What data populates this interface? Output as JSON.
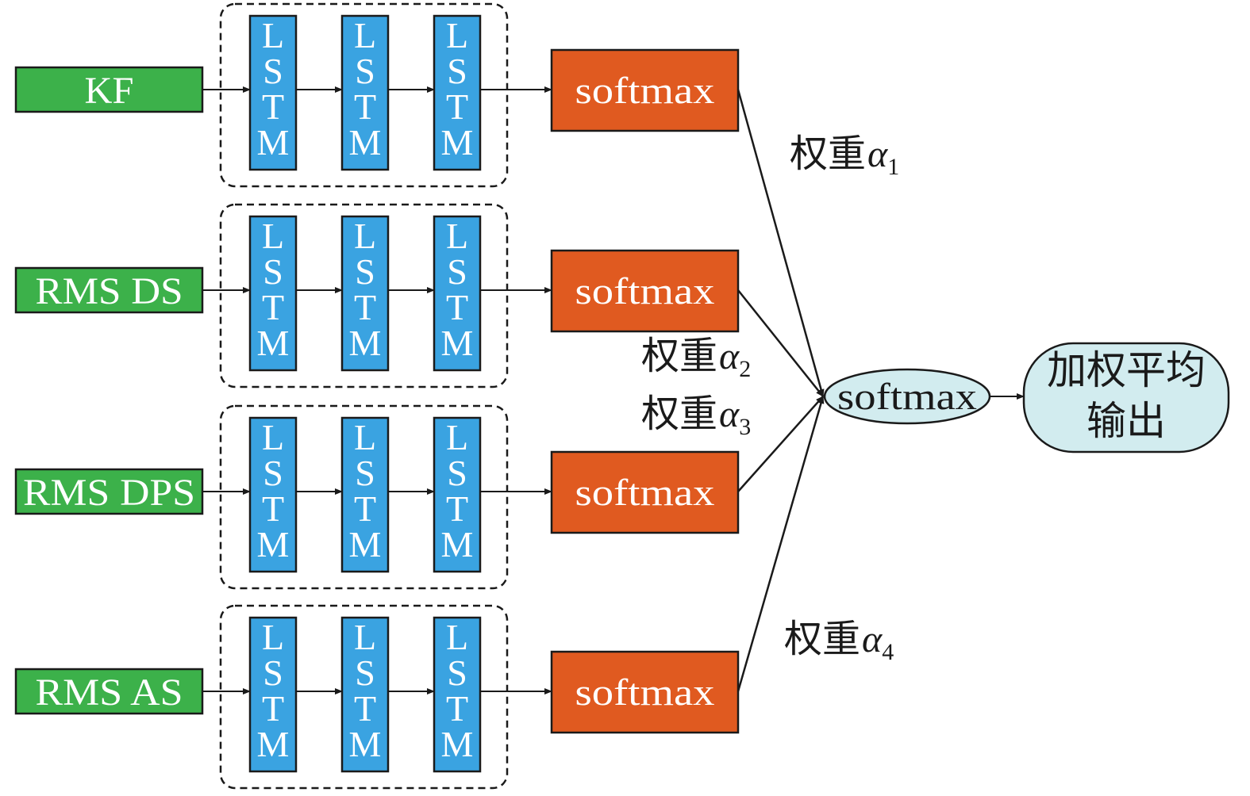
{
  "colors": {
    "input_fill": "#3cb14a",
    "lstm_fill": "#3aa3e1",
    "softmax_fill": "#e05a20",
    "merge_fill": "#d2ecef",
    "output_fill": "#d2ecef",
    "stroke": "#1a1a1a",
    "label_text": "#ffffff",
    "dark_text": "#1a1a1a"
  },
  "rows": [
    {
      "input": "KF"
    },
    {
      "input": "RMS DS"
    },
    {
      "input": "RMS DPS"
    },
    {
      "input": "RMS AS"
    }
  ],
  "lstm_letters": [
    "L",
    "S",
    "T",
    "M"
  ],
  "row_softmax_label": "softmax",
  "merge_label": "softmax",
  "output_lines": [
    "加权平均",
    "输出"
  ],
  "weights": [
    {
      "prefix": "权重",
      "symbol": "α",
      "sub": "1"
    },
    {
      "prefix": "权重",
      "symbol": "α",
      "sub": "2"
    },
    {
      "prefix": "权重",
      "symbol": "α",
      "sub": "3"
    },
    {
      "prefix": "权重",
      "symbol": "α",
      "sub": "4"
    }
  ]
}
